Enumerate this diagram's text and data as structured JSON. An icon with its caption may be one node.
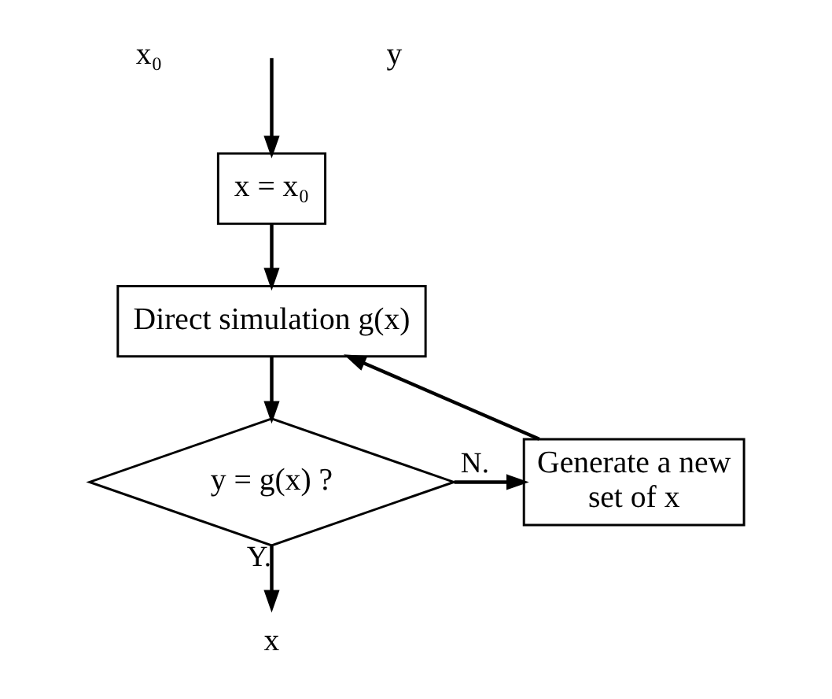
{
  "diagram": {
    "nodes": [
      {
        "text": [
          "x = x₀"
        ]
      },
      {
        "text": [
          "Direct simulation g(x)"
        ]
      },
      {
        "text": [
          "y = g(x) ?"
        ]
      },
      {
        "text": [
          "Generate a new set of x"
        ]
      },
      {
        "text": [
          "x"
        ]
      }
    ],
    "edges": [
      {
        "from": null,
        "to": 0,
        "arrow": "to"
      },
      {
        "from": 0,
        "to": 1,
        "arrow": "to"
      },
      {
        "from": 1,
        "to": 2,
        "arrow": "to"
      },
      {
        "from": 2,
        "to": 3,
        "label": "N.",
        "arrow": "to"
      },
      {
        "from": 3,
        "to": 1,
        "arrow": "to"
      },
      {
        "from": 2,
        "to": 4,
        "label": "Y.",
        "arrow": "to"
      }
    ],
    "labels": [
      "x₀",
      "y"
    ]
  }
}
